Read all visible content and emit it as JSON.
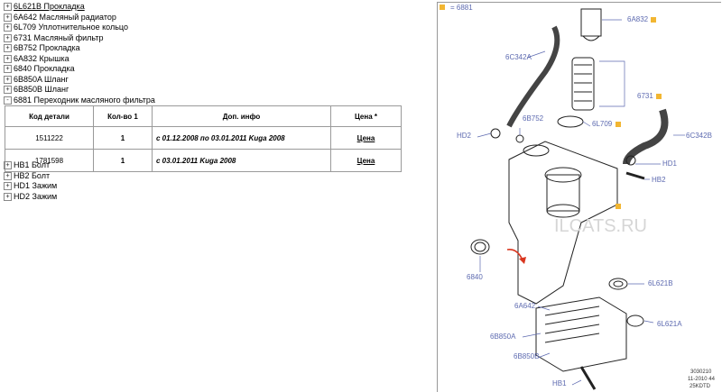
{
  "tree": [
    {
      "toggle": "+",
      "text": "6L621B  Прокладка"
    },
    {
      "toggle": "+",
      "text": "6A642  Масляный радиатор"
    },
    {
      "toggle": "+",
      "text": "6L709  Уплотнительное кольцо"
    },
    {
      "toggle": "+",
      "text": "6731  Масляный фильтр"
    },
    {
      "toggle": "+",
      "text": "6B752  Прокладка"
    },
    {
      "toggle": "+",
      "text": "6A832  Крышка"
    },
    {
      "toggle": "+",
      "text": "6840  Прокладка"
    },
    {
      "toggle": "+",
      "text": "6B850A  Шланг"
    },
    {
      "toggle": "+",
      "text": "6B850B  Шланг"
    },
    {
      "toggle": "-",
      "text": "6881  Переходник масляного фильтра"
    }
  ],
  "table": {
    "headers": [
      "Код детали",
      "Кол-во 1",
      "Доп. инфо",
      "Цена *"
    ],
    "rows": [
      {
        "code": "1511222",
        "qty": "1",
        "info": "с 01.12.2008 по 03.01.2011    Kuga 2008",
        "price": "Цена"
      },
      {
        "code": "1781598",
        "qty": "1",
        "info": "с 03.01.2011    Kuga 2008",
        "price": "Цена"
      }
    ]
  },
  "tree_after": [
    {
      "toggle": "+",
      "text": "HB1  Болт"
    },
    {
      "toggle": "+",
      "text": "HB2  Болт"
    },
    {
      "toggle": "+",
      "text": "HD1  Зажим"
    },
    {
      "toggle": "+",
      "text": "HD2  Зажим"
    }
  ],
  "diagram": {
    "header_label": "= 6881",
    "labels": {
      "l6A832": "6A832",
      "l6C342A": "6C342A",
      "l6731": "6731",
      "l6B752": "6B752",
      "l6L709": "6L709",
      "lHD2": "HD2",
      "l6C342B": "6C342B",
      "lHD1": "HD1",
      "lHB2": "HB2",
      "l6840": "6840",
      "l6L621B": "6L621B",
      "l6A642": "6A642",
      "l6L621A": "6L621A",
      "l6B850A": "6B850A",
      "l6B850B": "6B850B",
      "lHB1": "HB1"
    },
    "watermark": "ILCATS.RU",
    "meta1": "3030210",
    "meta2": "11-2010 44",
    "meta3": "25KDTD",
    "accent": "#f2b632",
    "label_color": "#5d6ab0",
    "arrow_color": "#d9361f"
  }
}
